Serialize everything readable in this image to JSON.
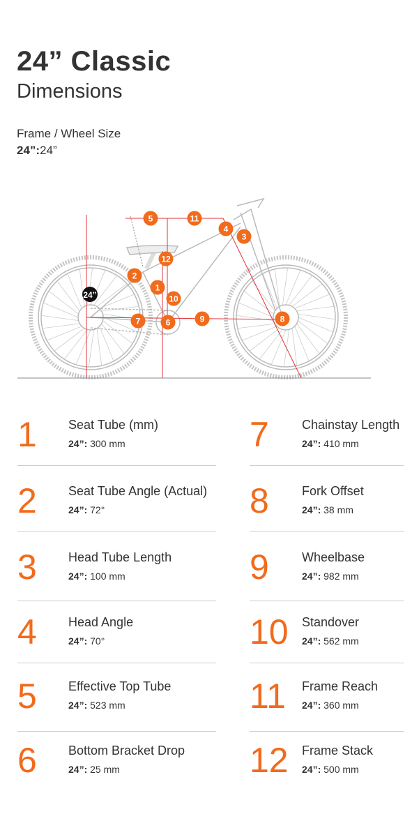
{
  "header": {
    "title": "24” Classic",
    "subtitle": "Dimensions"
  },
  "frame_wheel": {
    "label": "Frame / Wheel Size",
    "size_bold": "24”:",
    "size_value": "24”"
  },
  "diagram": {
    "wheel_badge": "24ˮ",
    "markers": [
      "1",
      "2",
      "3",
      "4",
      "5",
      "6",
      "7",
      "8",
      "9",
      "10",
      "11",
      "12"
    ],
    "accent": "#f26a1b",
    "line_color": "#e0343a"
  },
  "specs": [
    {
      "num": "1",
      "name": "Seat Tube (mm)",
      "size": "24”:",
      "value": "300 mm"
    },
    {
      "num": "2",
      "name": "Seat Tube Angle (Actual)",
      "size": "24”:",
      "value": "72°"
    },
    {
      "num": "3",
      "name": "Head Tube Length",
      "size": "24”:",
      "value": "100 mm"
    },
    {
      "num": "4",
      "name": "Head Angle",
      "size": "24”:",
      "value": "70°"
    },
    {
      "num": "5",
      "name": "Effective Top Tube",
      "size": "24”:",
      "value": "523 mm"
    },
    {
      "num": "6",
      "name": "Bottom Bracket Drop",
      "size": "24”:",
      "value": "25 mm"
    },
    {
      "num": "7",
      "name": "Chainstay Length",
      "size": "24”:",
      "value": "410 mm"
    },
    {
      "num": "8",
      "name": "Fork Offset",
      "size": "24”:",
      "value": "38 mm"
    },
    {
      "num": "9",
      "name": "Wheelbase",
      "size": "24”:",
      "value": "982 mm"
    },
    {
      "num": "10",
      "name": "Standover",
      "size": "24”:",
      "value": "562 mm"
    },
    {
      "num": "11",
      "name": "Frame Reach",
      "size": "24”:",
      "value": "360 mm"
    },
    {
      "num": "12",
      "name": "Frame Stack",
      "size": "24”:",
      "value": "500 mm"
    }
  ]
}
